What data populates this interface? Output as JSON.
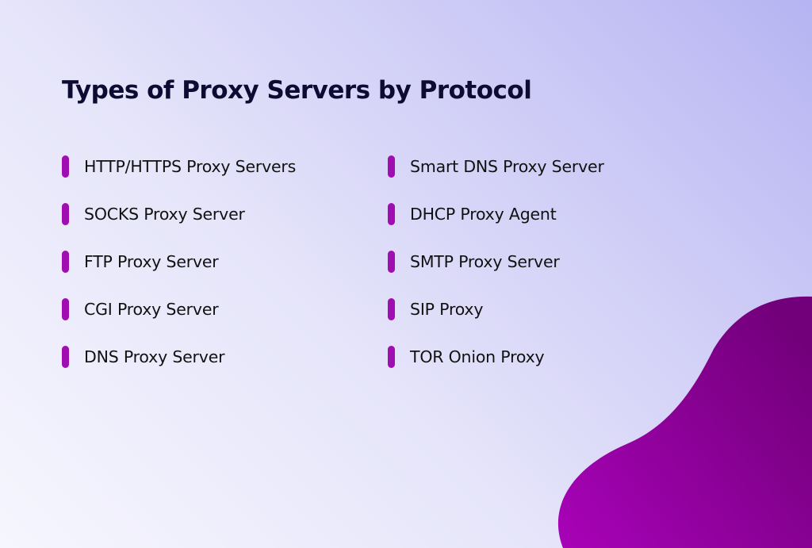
{
  "title": "Types of Proxy Servers by Protocol",
  "colors": {
    "bullet": "#a00eb2",
    "title": "#0e0b33",
    "blob_start": "#a802b8",
    "blob_end": "#72007a"
  },
  "left_list": [
    {
      "label": "HTTP/HTTPS Proxy Servers"
    },
    {
      "label": "SOCKS Proxy Server"
    },
    {
      "label": "FTP Proxy Server"
    },
    {
      "label": "CGI Proxy Server"
    },
    {
      "label": "DNS Proxy Server"
    }
  ],
  "right_list": [
    {
      "label": "Smart DNS Proxy Server"
    },
    {
      "label": "DHCP Proxy Agent"
    },
    {
      "label": "SMTP Proxy Server"
    },
    {
      "label": "SIP Proxy"
    },
    {
      "label": "TOR Onion Proxy"
    }
  ]
}
